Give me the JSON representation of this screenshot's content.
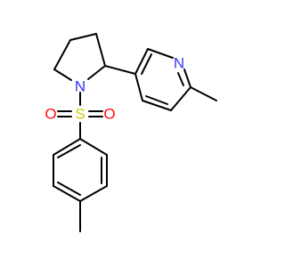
{
  "molecule": {
    "atoms": [
      {
        "id": "n1",
        "label": "N",
        "color": "#3333ff"
      },
      {
        "id": "n2",
        "label": "N",
        "color": "#3333ff"
      },
      {
        "id": "s1",
        "label": "S",
        "color": "#cccc00"
      },
      {
        "id": "o1",
        "label": "O",
        "color": "#ff0d0d"
      },
      {
        "id": "o2",
        "label": "O",
        "color": "#ff0d0d"
      }
    ],
    "bond_color": "#000000",
    "background": "#ffffff"
  }
}
